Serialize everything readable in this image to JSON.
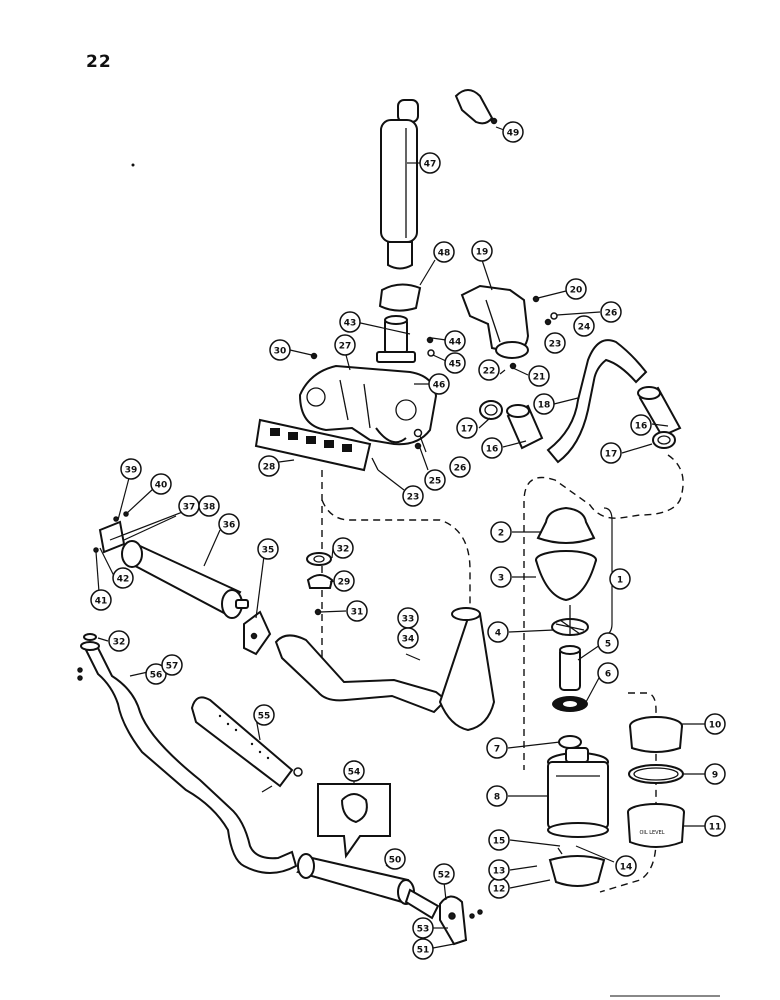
{
  "page": {
    "number": "22"
  },
  "colors": {
    "ink": "#111111",
    "paper": "#ffffff"
  },
  "callouts": [
    {
      "id": "c1",
      "label": "1"
    },
    {
      "id": "c2",
      "label": "2"
    },
    {
      "id": "c3",
      "label": "3"
    },
    {
      "id": "c4",
      "label": "4"
    },
    {
      "id": "c5",
      "label": "5"
    },
    {
      "id": "c6",
      "label": "6"
    },
    {
      "id": "c7",
      "label": "7"
    },
    {
      "id": "c8",
      "label": "8"
    },
    {
      "id": "c9",
      "label": "9"
    },
    {
      "id": "c10",
      "label": "10"
    },
    {
      "id": "c11",
      "label": "11"
    },
    {
      "id": "c12",
      "label": "12"
    },
    {
      "id": "c13",
      "label": "13"
    },
    {
      "id": "c14",
      "label": "14"
    },
    {
      "id": "c15",
      "label": "15"
    },
    {
      "id": "c16a",
      "label": "16"
    },
    {
      "id": "c16b",
      "label": "16"
    },
    {
      "id": "c17a",
      "label": "17"
    },
    {
      "id": "c17b",
      "label": "17"
    },
    {
      "id": "c18",
      "label": "18"
    },
    {
      "id": "c19",
      "label": "19"
    },
    {
      "id": "c20",
      "label": "20"
    },
    {
      "id": "c21",
      "label": "21"
    },
    {
      "id": "c22",
      "label": "22"
    },
    {
      "id": "c23a",
      "label": "23"
    },
    {
      "id": "c23b",
      "label": "23"
    },
    {
      "id": "c24",
      "label": "24"
    },
    {
      "id": "c25",
      "label": "25"
    },
    {
      "id": "c26a",
      "label": "26"
    },
    {
      "id": "c26b",
      "label": "26"
    },
    {
      "id": "c27",
      "label": "27"
    },
    {
      "id": "c28",
      "label": "28"
    },
    {
      "id": "c29",
      "label": "29"
    },
    {
      "id": "c30",
      "label": "30"
    },
    {
      "id": "c31",
      "label": "31"
    },
    {
      "id": "c32a",
      "label": "32"
    },
    {
      "id": "c32b",
      "label": "32"
    },
    {
      "id": "c33",
      "label": "33"
    },
    {
      "id": "c34",
      "label": "34"
    },
    {
      "id": "c35",
      "label": "35"
    },
    {
      "id": "c36",
      "label": "36"
    },
    {
      "id": "c37",
      "label": "37"
    },
    {
      "id": "c38",
      "label": "38"
    },
    {
      "id": "c39",
      "label": "39"
    },
    {
      "id": "c40",
      "label": "40"
    },
    {
      "id": "c41",
      "label": "41"
    },
    {
      "id": "c42",
      "label": "42"
    },
    {
      "id": "c43",
      "label": "43"
    },
    {
      "id": "c44",
      "label": "44"
    },
    {
      "id": "c45",
      "label": "45"
    },
    {
      "id": "c46",
      "label": "46"
    },
    {
      "id": "c47",
      "label": "47"
    },
    {
      "id": "c48",
      "label": "48"
    },
    {
      "id": "c49",
      "label": "49"
    },
    {
      "id": "c50",
      "label": "50"
    },
    {
      "id": "c51",
      "label": "51"
    },
    {
      "id": "c52",
      "label": "52"
    },
    {
      "id": "c53",
      "label": "53"
    },
    {
      "id": "c54",
      "label": "54"
    },
    {
      "id": "c55",
      "label": "55"
    },
    {
      "id": "c56",
      "label": "56"
    },
    {
      "id": "c57",
      "label": "57"
    }
  ],
  "band_text": "OIL LEVEL"
}
